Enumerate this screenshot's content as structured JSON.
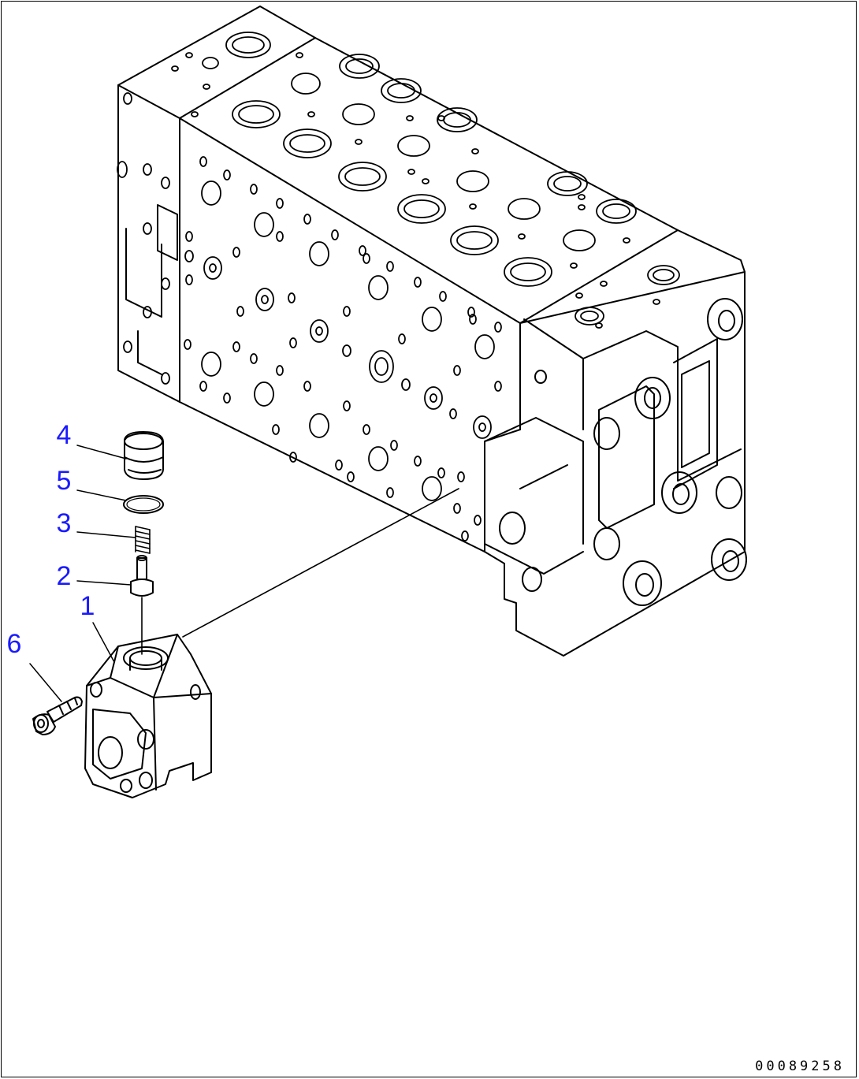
{
  "diagram": {
    "callouts": [
      {
        "id": "4",
        "label": "4"
      },
      {
        "id": "5",
        "label": "5"
      },
      {
        "id": "3",
        "label": "3"
      },
      {
        "id": "2",
        "label": "2"
      },
      {
        "id": "1",
        "label": "1"
      },
      {
        "id": "6",
        "label": "6"
      }
    ],
    "figure_code": "00089258",
    "colors": {
      "callout": "#1a1aff",
      "line": "#000000",
      "background": "#ffffff"
    }
  }
}
